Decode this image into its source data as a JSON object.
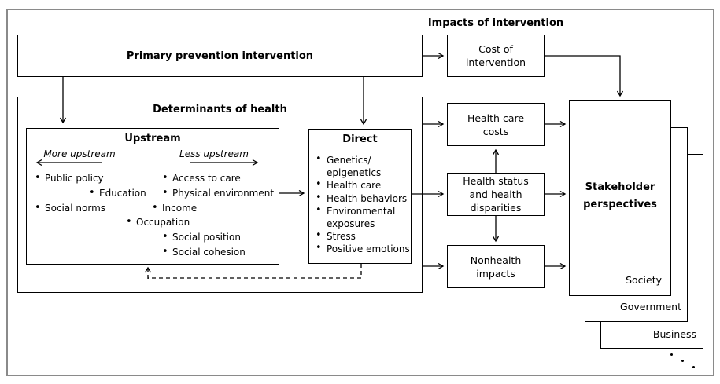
{
  "colors": {
    "line": "#000000",
    "frame_gray": "#8a8a8a",
    "background": "#ffffff",
    "box_fill": "#ffffff",
    "text": "#000000"
  },
  "impacts_header": "Impacts of intervention",
  "primary": {
    "label": "Primary prevention intervention"
  },
  "cost": {
    "lines": [
      "Cost of",
      "intervention"
    ]
  },
  "determinants": {
    "title": "Determinants of health",
    "upstream": {
      "title": "Upstream",
      "more_label": "More upstream",
      "less_label": "Less upstream",
      "items": [
        "Public policy",
        "Access to care",
        "Education",
        "Physical environment",
        "Social norms",
        "Income",
        "Occupation",
        "Social position",
        "Social cohesion"
      ]
    },
    "direct": {
      "title": "Direct",
      "items": [
        {
          "text": "Genetics/",
          "bullet": true
        },
        {
          "text": "epigenetics",
          "bullet": false
        },
        {
          "text": "Health care",
          "bullet": true
        },
        {
          "text": "Health behaviors",
          "bullet": true
        },
        {
          "text": "Environmental",
          "bullet": true
        },
        {
          "text": "exposures",
          "bullet": false
        },
        {
          "text": "Stress",
          "bullet": true
        },
        {
          "text": "Positive emotions",
          "bullet": true
        }
      ]
    }
  },
  "impacts": {
    "health_care_costs": {
      "lines": [
        "Health care",
        "costs"
      ]
    },
    "health_status": {
      "lines": [
        "Health status",
        "and health",
        "disparities"
      ]
    },
    "nonhealth": {
      "lines": [
        "Nonhealth",
        "impacts"
      ]
    }
  },
  "stakeholders": {
    "title_lines": [
      "Stakeholder",
      "perspectives"
    ],
    "layers": [
      "Society",
      "Government",
      "Business"
    ],
    "icons": {
      "more_indicator": "diagonal-ellipsis-dots"
    }
  }
}
